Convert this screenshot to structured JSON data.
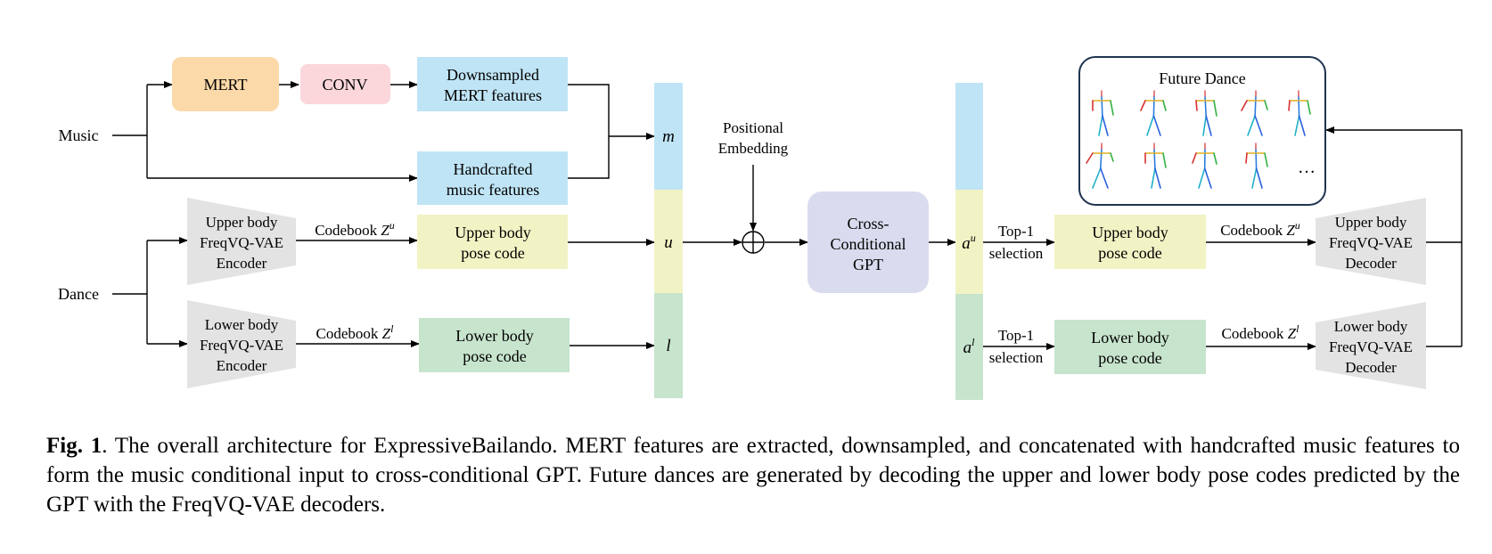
{
  "inputs": {
    "music": "Music",
    "dance": "Dance"
  },
  "music_branch": {
    "mert": "MERT",
    "conv": "CONV",
    "downsampled": [
      "Downsampled",
      "MERT features"
    ],
    "handcrafted": [
      "Handcrafted",
      "music features"
    ]
  },
  "encoders": {
    "upper": [
      "Upper body",
      "FreqVQ-VAE",
      "Encoder"
    ],
    "lower": [
      "Lower body",
      "FreqVQ-VAE",
      "Encoder"
    ]
  },
  "codebook": {
    "label": "Codebook",
    "var": "Z",
    "upper_sup": "u",
    "lower_sup": "l"
  },
  "pose_codes": {
    "upper": [
      "Upper body",
      "pose code"
    ],
    "lower": [
      "Lower body",
      "pose code"
    ]
  },
  "input_seq": {
    "m": "m",
    "u": "u",
    "l": "l"
  },
  "positional": [
    "Positional",
    "Embedding"
  ],
  "gpt": [
    "Cross-",
    "Conditional",
    "GPT"
  ],
  "output_seq": {
    "a": "a",
    "upper_sup": "u",
    "lower_sup": "l"
  },
  "selection": [
    "Top-1",
    "selection"
  ],
  "decoders": {
    "upper": [
      "Upper body",
      "FreqVQ-VAE",
      "Decoder"
    ],
    "lower": [
      "Lower body",
      "FreqVQ-VAE",
      "Decoder"
    ]
  },
  "future": {
    "title": "Future Dance",
    "ellipsis": "…"
  },
  "caption": {
    "label": "Fig. 1",
    "text": ". The overall architecture for ExpressiveBailando. MERT features are extracted, downsampled, and concatenated with handcrafted music features to form the music conditional input to cross-conditional GPT. Future dances are generated by decoding the upper and lower body pose codes predicted by the GPT with the FreqVQ-VAE decoders."
  },
  "colors": {
    "mert": "#fcd9a8",
    "conv": "#fbd7dc",
    "blue": "#bfe4f5",
    "yellow": "#f2f3c4",
    "green": "#c7e4cd",
    "gpt": "#d9dcee",
    "trapezoid": "#e3e3e3",
    "frame": "#1f3450"
  }
}
